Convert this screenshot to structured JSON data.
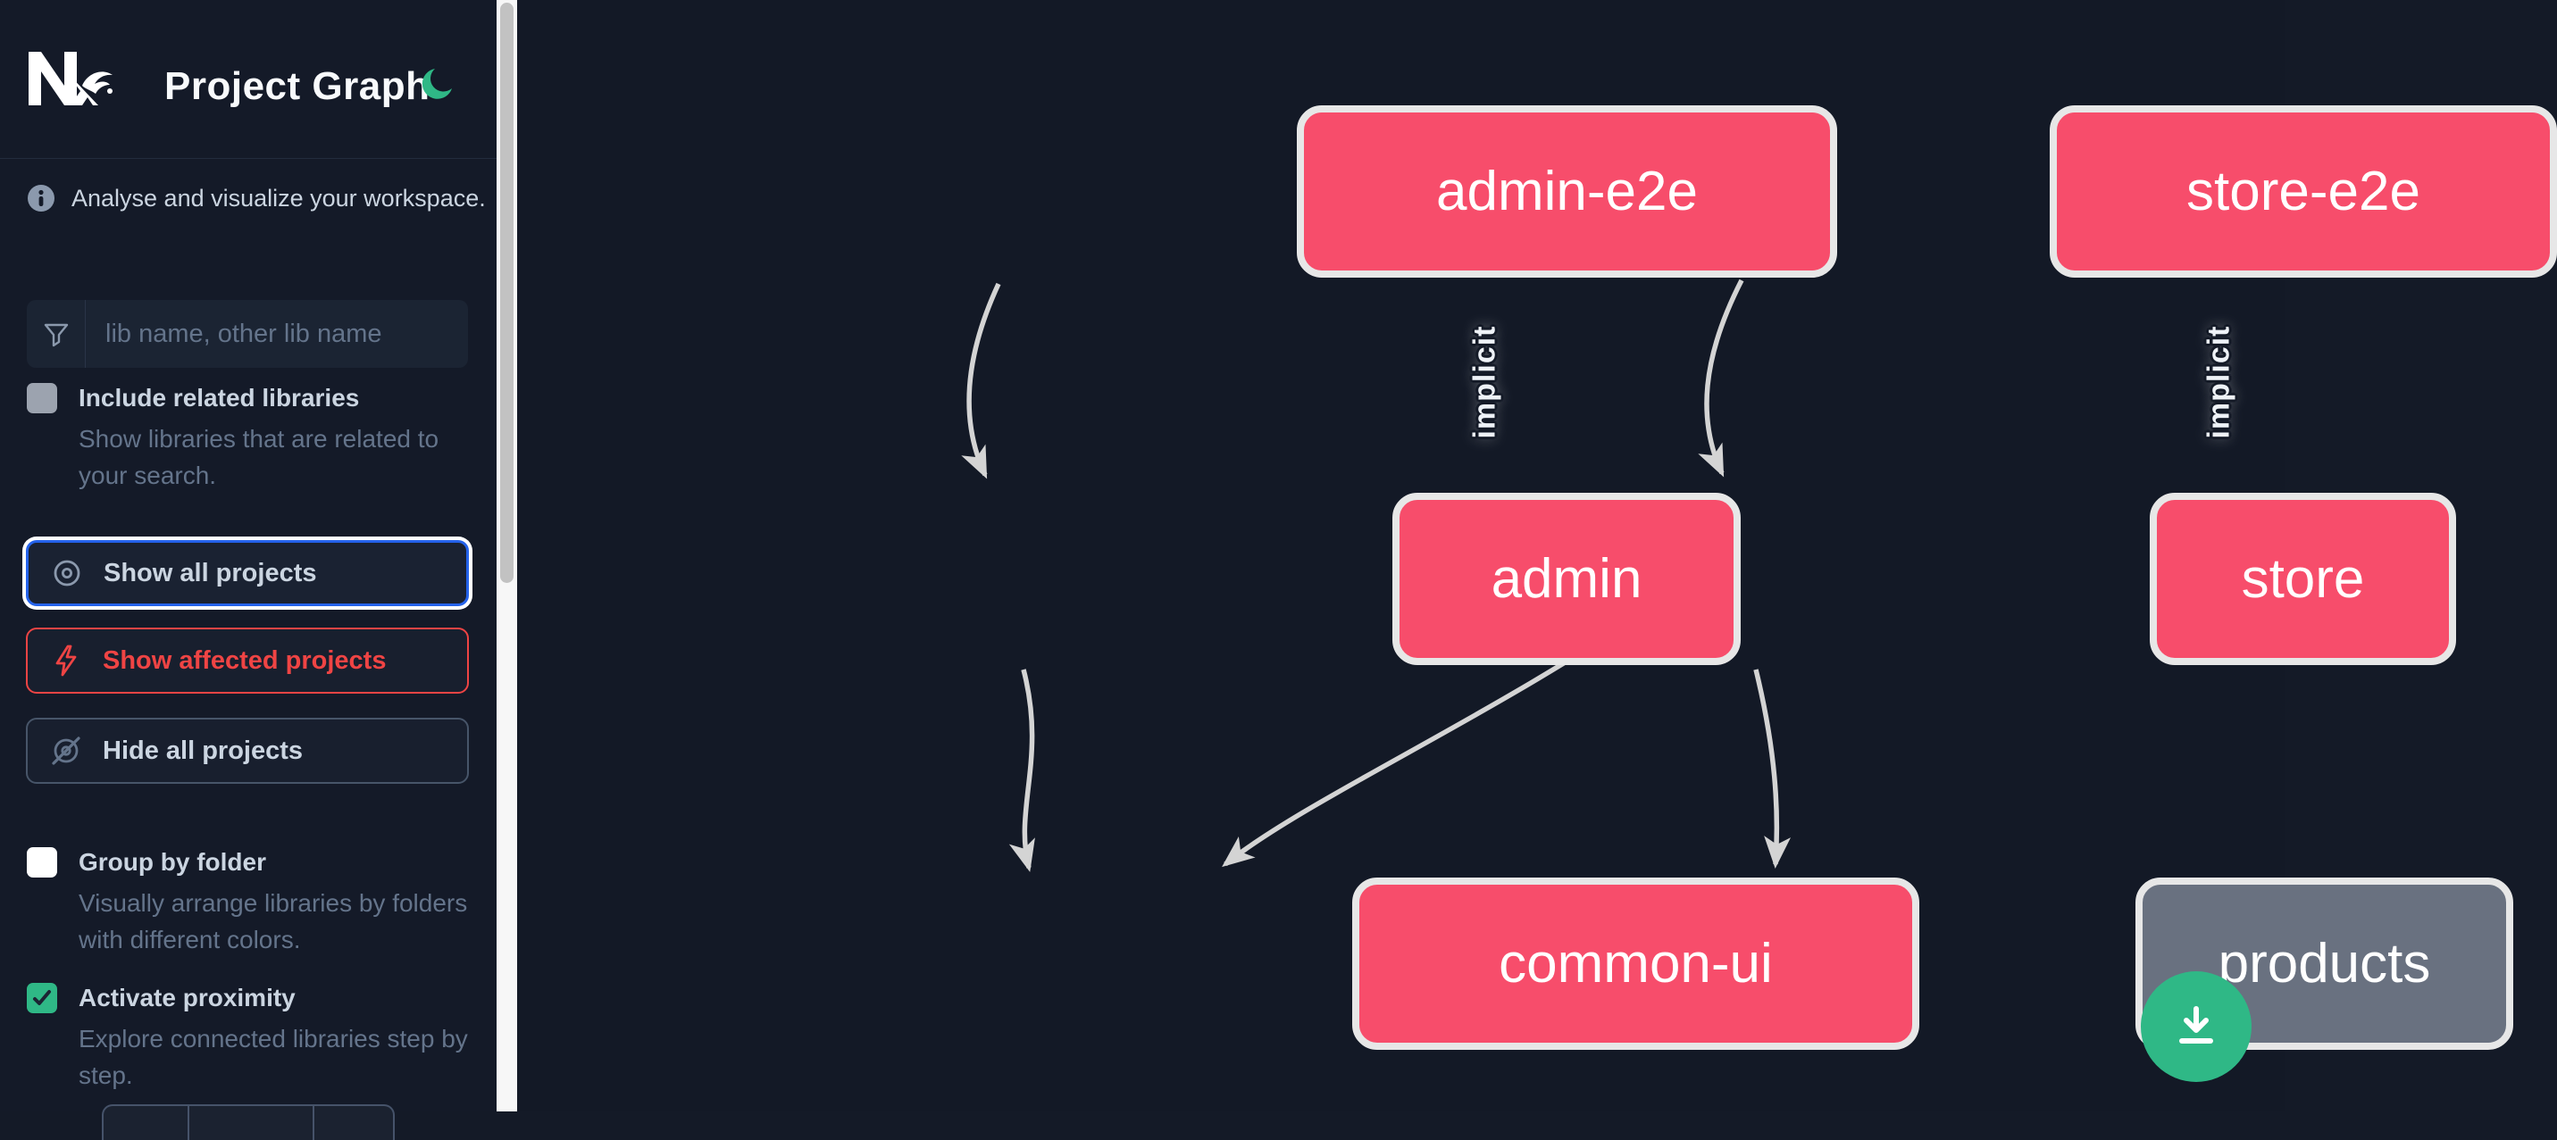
{
  "header": {
    "title": "Project Graph"
  },
  "sidebar": {
    "tagline": "Analyse and visualize your workspace.",
    "search": {
      "placeholder": "lib name, other lib name",
      "value": ""
    },
    "checkboxes": [
      {
        "label": "Include related libraries",
        "description": "Show libraries that are related to your search.",
        "checked": false
      },
      {
        "label": "Group by folder",
        "description": "Visually arrange libraries by folders with different colors.",
        "checked": false
      },
      {
        "label": "Activate proximity",
        "description": "Explore connected libraries step by step.",
        "checked": true
      }
    ],
    "buttons": [
      {
        "label": "Show all projects",
        "icon": "eye-icon",
        "accent": "#2563eb",
        "state": "focused"
      },
      {
        "label": "Show affected projects",
        "icon": "bolt-icon",
        "accent": "#ef4444",
        "state": "default"
      },
      {
        "label": "Hide all projects",
        "icon": "eye-off-icon",
        "accent": "#475569",
        "state": "default"
      }
    ]
  },
  "graph": {
    "nodes": [
      {
        "id": "admin-e2e",
        "label": "admin-e2e",
        "color": "#f74d6b"
      },
      {
        "id": "store-e2e",
        "label": "store-e2e",
        "color": "#f74d6b"
      },
      {
        "id": "admin",
        "label": "admin",
        "color": "#f74d6b"
      },
      {
        "id": "store",
        "label": "store",
        "color": "#f74d6b"
      },
      {
        "id": "common-ui",
        "label": "common-ui",
        "color": "#f74d6b"
      },
      {
        "id": "products",
        "label": "products",
        "color": "#697180"
      }
    ],
    "edges": [
      {
        "from": "admin-e2e",
        "to": "admin",
        "label": "implicit"
      },
      {
        "from": "store-e2e",
        "to": "store",
        "label": "implicit"
      },
      {
        "from": "admin",
        "to": "common-ui",
        "label": ""
      },
      {
        "from": "store",
        "to": "common-ui",
        "label": ""
      },
      {
        "from": "store",
        "to": "products",
        "label": ""
      }
    ]
  },
  "fab": {
    "icon": "download-icon"
  },
  "colors": {
    "node_pink": "#f74d6b",
    "node_gray": "#697180",
    "accent_green": "#2fb886",
    "accent_blue": "#2563eb",
    "accent_red": "#ef4444",
    "edge": "#d4d4d4",
    "background": "#131926"
  }
}
